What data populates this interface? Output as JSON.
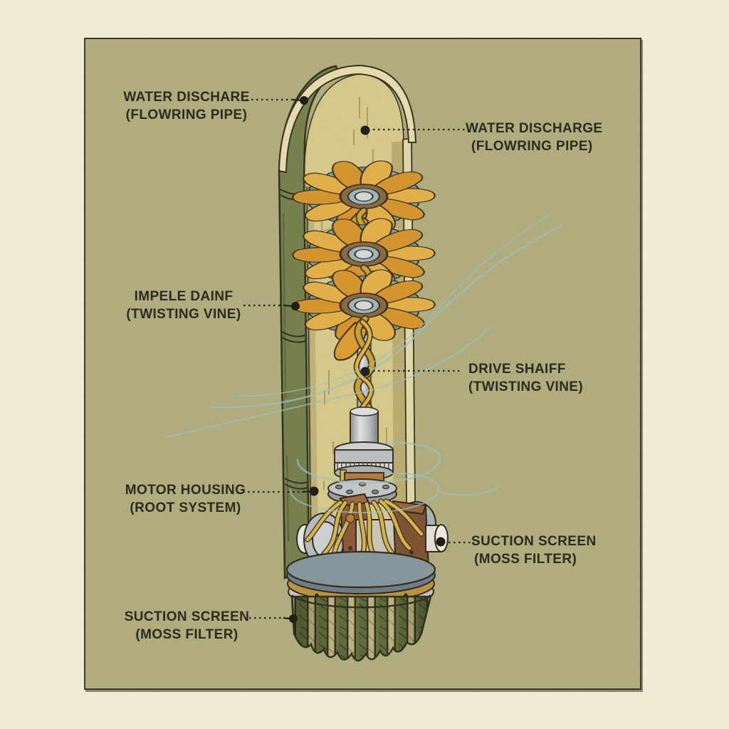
{
  "diagram": {
    "subject": "botanical-water-pump-cutaway",
    "labels": [
      {
        "id": "water-dischare-left",
        "line1": "WATER DISCHARE",
        "line2": "(FLOWRING PIPE)"
      },
      {
        "id": "water-discharge-right",
        "line1": "WATER DISCHARGE",
        "line2": "(FLOWRING PIPE)"
      },
      {
        "id": "impele-dainf",
        "line1": "IMPELE DAINF",
        "line2": "(TWISTING VINE)"
      },
      {
        "id": "drive-shaiff",
        "line1": "DRIVE SHAIFF",
        "line2": "(TWISTING VINE)"
      },
      {
        "id": "motor-housing",
        "line1": "MOTOR HOUSING",
        "line2": "(ROOT SYSTEM)"
      },
      {
        "id": "suction-screen-right",
        "line1": "SUCTION SCREEN",
        "line2": "(MOSS FILTER)"
      },
      {
        "id": "suction-screen-left",
        "line1": "SUCTION SCREEN",
        "line2": "(MOSS FILTER)"
      }
    ],
    "colors": {
      "paper": "#f4eeda",
      "panel": "#b2ae7f",
      "panel_border": "#3a382a",
      "ink": "#2b2b21",
      "bamboo_green": "#76814e",
      "interior_tan": "#d7ca8c",
      "rim_cream": "#e8ddb0",
      "petal_gold": "#e5b04a",
      "petal_orange": "#d6952f",
      "petal_teal": "#7ca39a",
      "hub_brown": "#8a6a44",
      "metal_silver": "#c6cacc",
      "copper": "#b5793f",
      "root_gold": "#d8b652",
      "motor_brown": "#8a5b37",
      "plate_grey": "#87979f",
      "band_gold": "#bd9440",
      "moss_green": "#5e6a3b",
      "filter_tan": "#c2b184",
      "swirl_blue": "#9fc2ca"
    }
  }
}
